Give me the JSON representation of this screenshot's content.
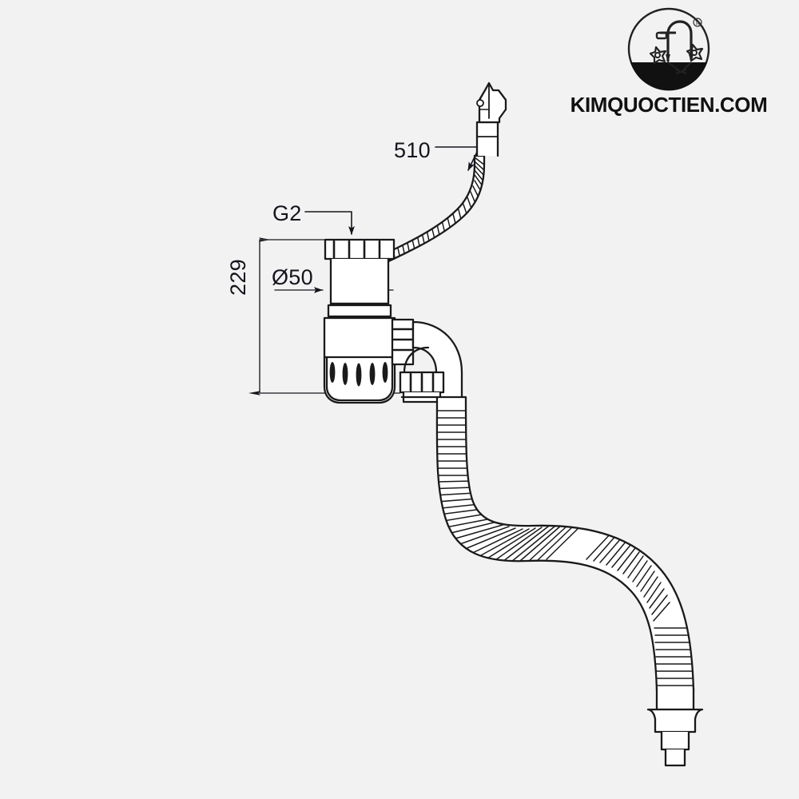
{
  "page": {
    "background_color": "#f2f2f2",
    "line_color": "#1a1a1a",
    "title": "Bottle Trap with Flexible Hoses Technical Drawing"
  },
  "brand": {
    "name": "KIMQUOCTIEN.COM",
    "logo_icon": "faucet-sink-logo-icon",
    "registered_mark": "®"
  },
  "dimensions": {
    "hose_length": {
      "label": "510",
      "name": "upper-flexible-hose-length",
      "leader": "points to upper corrugated hose"
    },
    "thread_size": {
      "label": "G2",
      "name": "inlet-thread-size",
      "leader": "points to top threaded collar"
    },
    "diameter": {
      "label": "Ø50",
      "name": "body-diameter",
      "leader": "horizontal double arrow across trap inlet pipe"
    },
    "height": {
      "label": "229",
      "name": "overall-height",
      "leader": "vertical dimension line at left"
    }
  },
  "parts": {
    "inlet_collar": "threaded-inlet-collar",
    "trap_body": "bottle-trap-body",
    "trap_slots": "strainer-slots",
    "outlet_nut": "outlet-union-nut",
    "elbow": "outlet-elbow",
    "upper_hose": "upper-corrugated-overflow-hose",
    "upper_hose_clip": "overflow-hose-bracket",
    "lower_hose": "lower-corrugated-waste-hose",
    "lower_hose_nut": "waste-hose-nut",
    "hose_end_fitting": "waste-hose-end-fitting"
  }
}
